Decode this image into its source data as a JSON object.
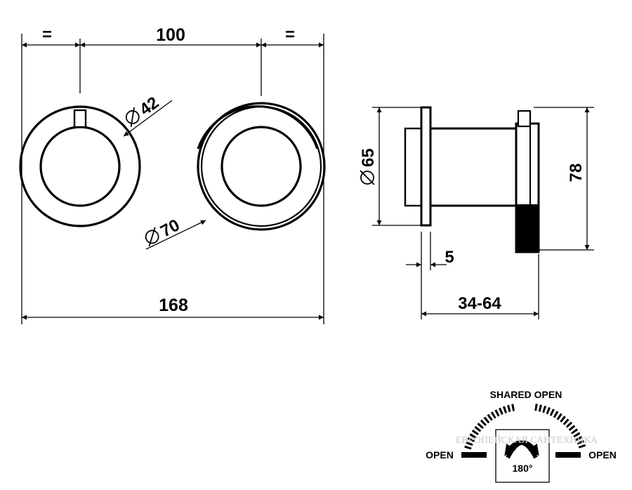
{
  "dimensions": {
    "equal_left": "=",
    "center_distance": "100",
    "equal_right": "=",
    "small_diameter": "42",
    "large_diameter": "70",
    "total_width": "168",
    "plate_diameter": "65",
    "height": "78",
    "plate_thickness": "5",
    "depth_range": "34-64"
  },
  "rotation": {
    "top_label": "SHARED OPEN",
    "left_label": "OPEN",
    "right_label": "OPEN",
    "angle_label": "180°"
  },
  "watermark": {
    "text": "ЕВРОПЕЙСКАЯ САНТЕХНИКА"
  }
}
